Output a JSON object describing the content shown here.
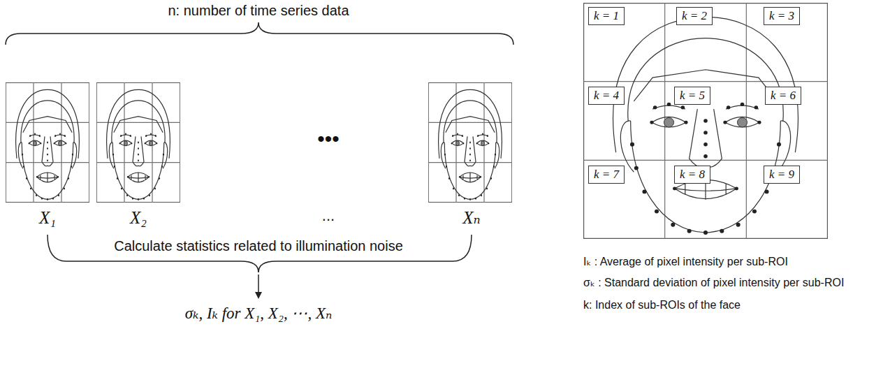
{
  "diagram": {
    "nodes": [
      {
        "text": [
          "k = 1"
        ]
      },
      {
        "text": [
          "k = 2"
        ]
      },
      {
        "text": [
          "k = 3"
        ]
      },
      {
        "text": [
          "k = 4"
        ]
      },
      {
        "text": [
          "k = 5"
        ]
      },
      {
        "text": [
          "k = 6"
        ]
      },
      {
        "text": [
          "k = 7"
        ]
      },
      {
        "text": [
          "k = 8"
        ]
      },
      {
        "text": [
          "k = 9"
        ]
      }
    ],
    "labels": [
      "n: number of time series data",
      "X₁",
      "X₂",
      "•••",
      "...",
      "Xₙ",
      "Calculate statistics related to illumination noise",
      "σₖ, Iₖ for X₁, X₂, ⋯, Xₙ",
      "Iₖ : Average of pixel intensity per sub-ROI",
      "σₖ : Standard deviation of pixel intensity per sub-ROI",
      "k: Index of sub-ROIs of the face"
    ]
  }
}
